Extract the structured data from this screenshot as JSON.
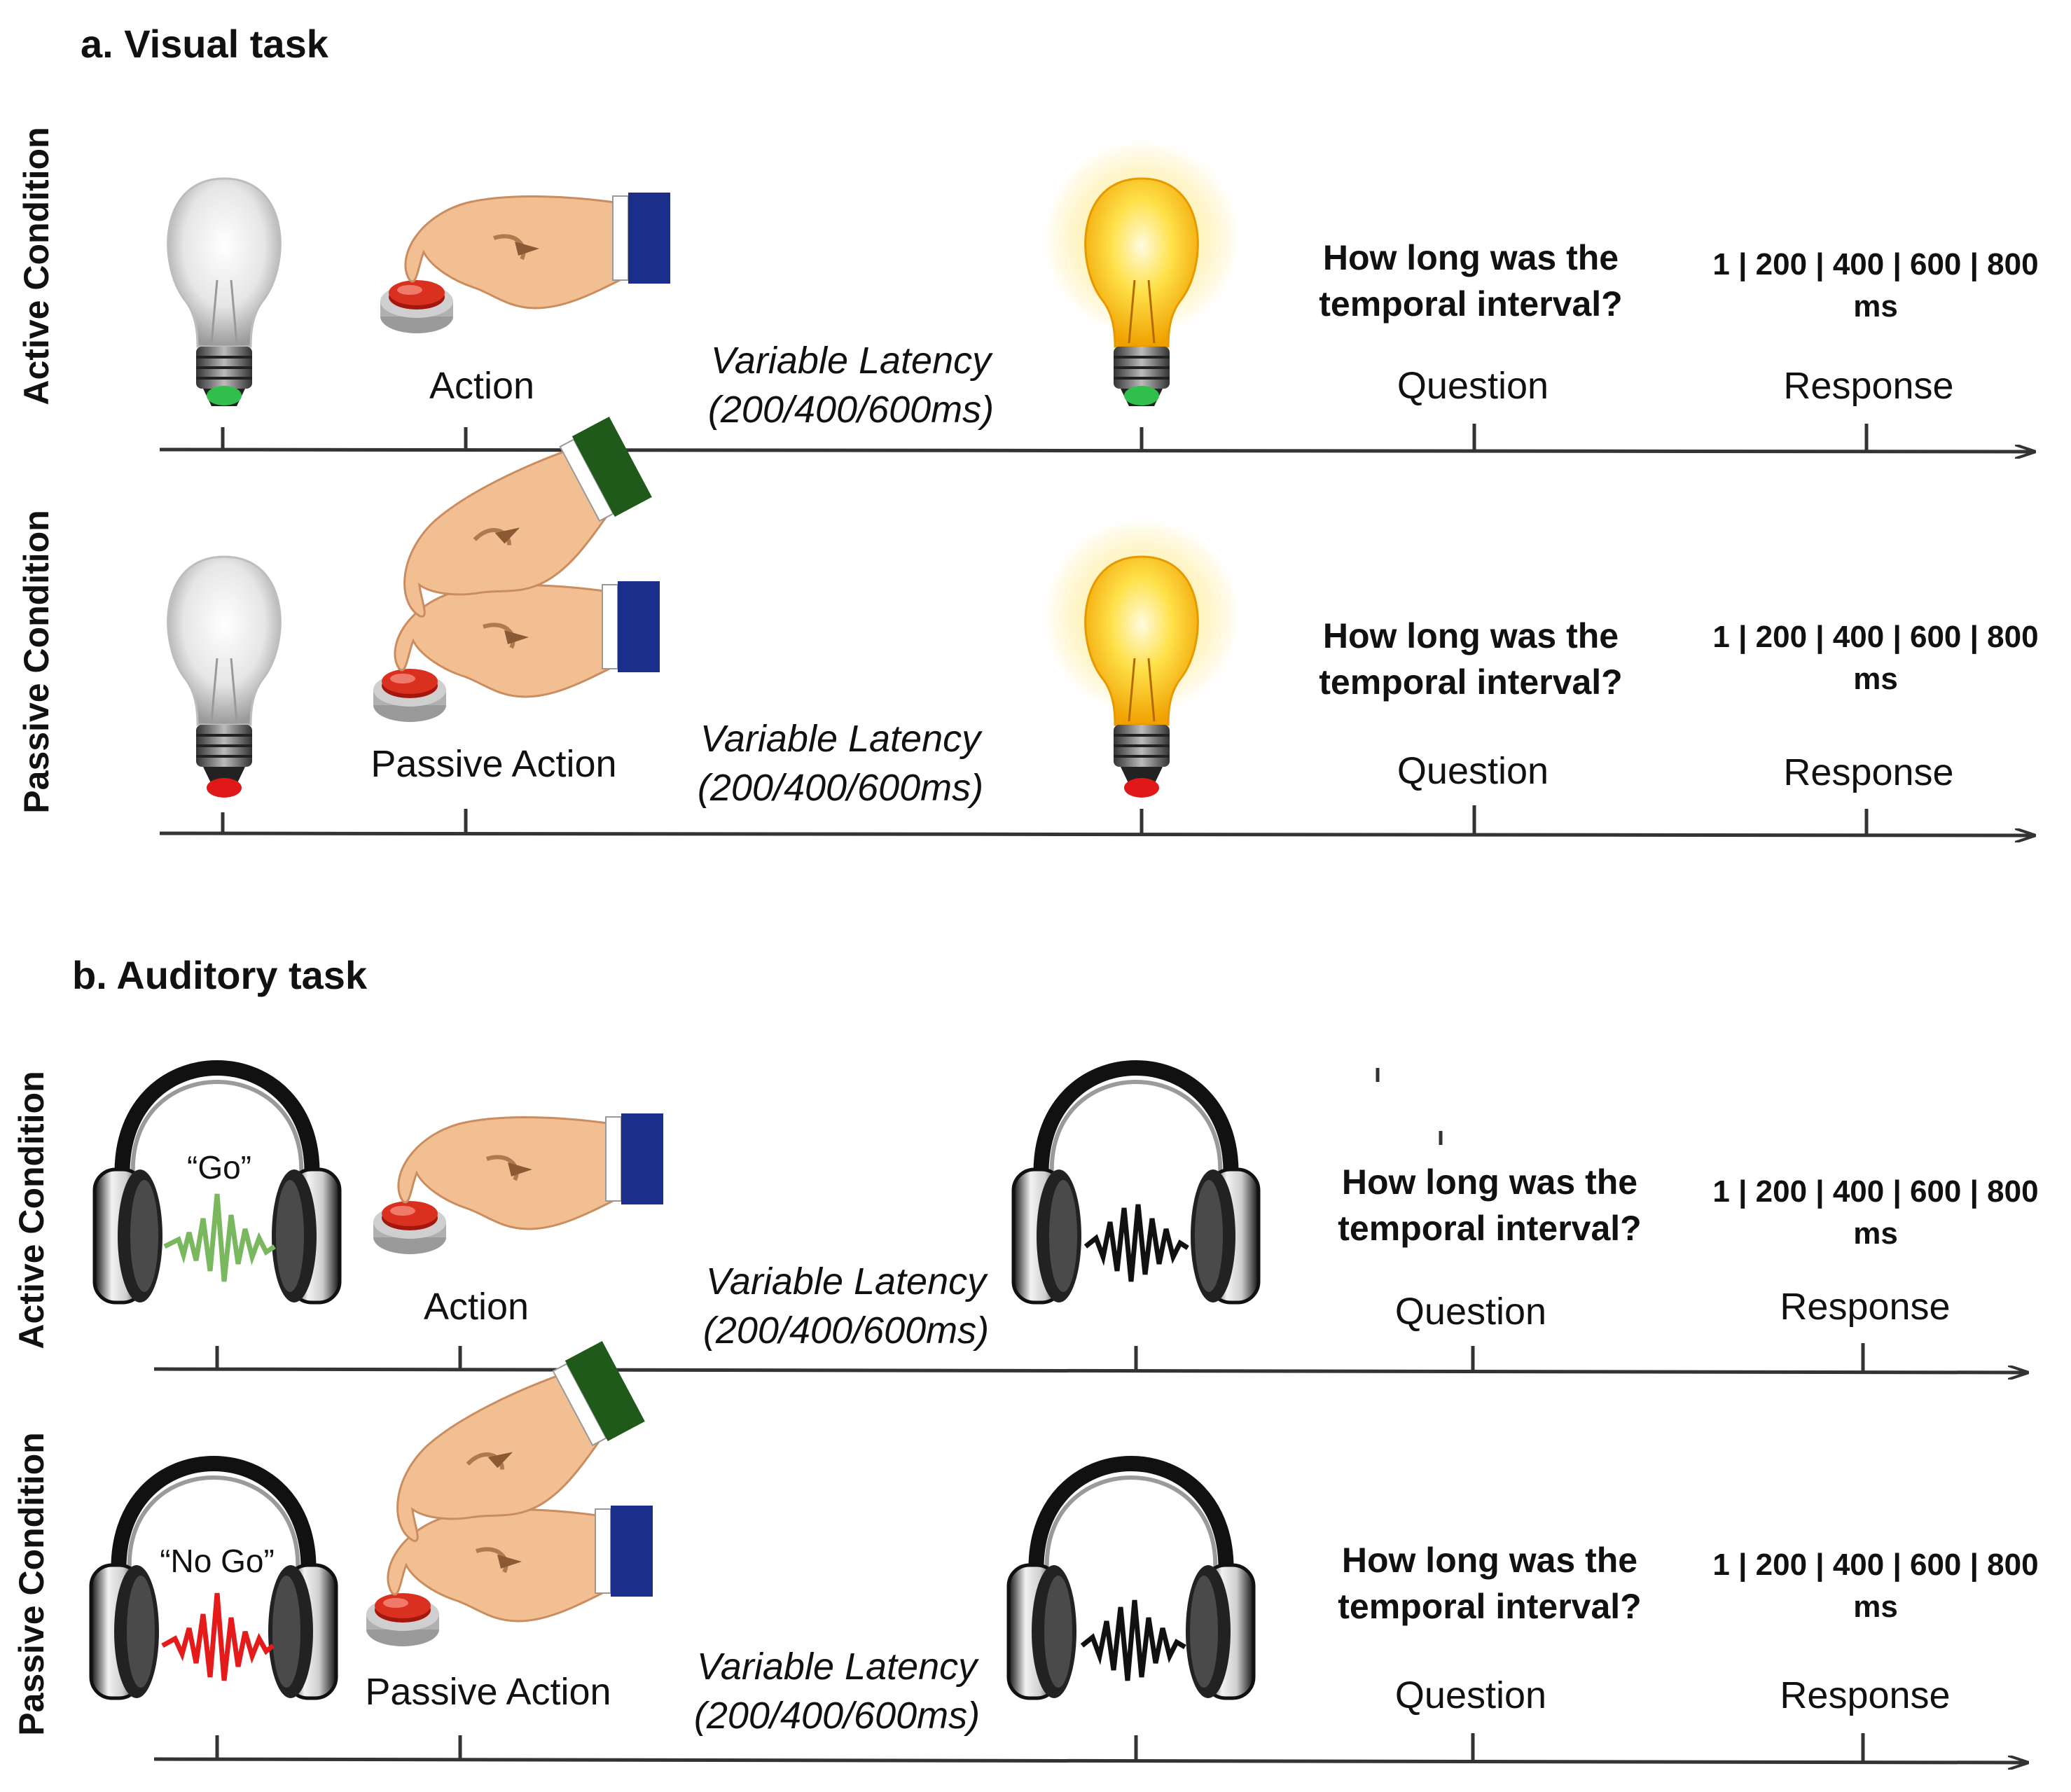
{
  "sections": {
    "visual": {
      "title": "a. Visual task",
      "active": {
        "condition": "Active Condition",
        "action": "Action",
        "latency_line1": "Variable Latency",
        "latency_line2": "(200/400/600ms)",
        "question_text_1": "How long was the",
        "question_text_2": "temporal interval?",
        "question_label": "Question",
        "response_values": "1 | 200 | 400 | 600 | 800",
        "response_unit": "ms",
        "response_label": "Response"
      },
      "passive": {
        "condition": "Passive Condition",
        "action": "Passive Action",
        "latency_line1": "Variable Latency",
        "latency_line2": "(200/400/600ms)",
        "question_text_1": "How long was the",
        "question_text_2": "temporal interval?",
        "question_label": "Question",
        "response_values": "1 | 200 | 400 | 600 | 800",
        "response_unit": "ms",
        "response_label": "Response"
      }
    },
    "auditory": {
      "title": "b. Auditory task",
      "active": {
        "condition": "Active Condition",
        "cue": "“Go”",
        "action": "Action",
        "latency_line1": "Variable Latency",
        "latency_line2": "(200/400/600ms)",
        "question_text_1": "How long was the",
        "question_text_2": "temporal interval?",
        "question_label": "Question",
        "response_values": "1 | 200 | 400 | 600 | 800",
        "response_unit": "ms",
        "response_label": "Response"
      },
      "passive": {
        "condition": "Passive Condition",
        "cue": "“No Go”",
        "action": "Passive Action",
        "latency_line1": "Variable Latency",
        "latency_line2": "(200/400/600ms)",
        "question_text_1": "How long was the",
        "question_text_2": "temporal interval?",
        "question_label": "Question",
        "response_values": "1 | 200 | 400 | 600 | 800",
        "response_unit": "ms",
        "response_label": "Response"
      }
    }
  },
  "colors": {
    "axis": "#333333",
    "cue_green": "#2fbf4a",
    "cue_red": "#e01818",
    "bulb_on": "#ffd21a",
    "bulb_off": "#e6e6e6",
    "button_red": "#d9301f",
    "skin": "#f2bf93",
    "sleeve_blue": "#1a2e8a",
    "sleeve_green": "#1f5a1a",
    "wave_green": "#7ab860",
    "wave_red": "#e51a1a",
    "wave_black": "#111111"
  },
  "icons": [
    "lightbulb-off-icon",
    "lightbulb-on-icon",
    "button-press-hand-icon",
    "two-hands-press-icon",
    "headphones-icon",
    "soundwave-icon"
  ]
}
